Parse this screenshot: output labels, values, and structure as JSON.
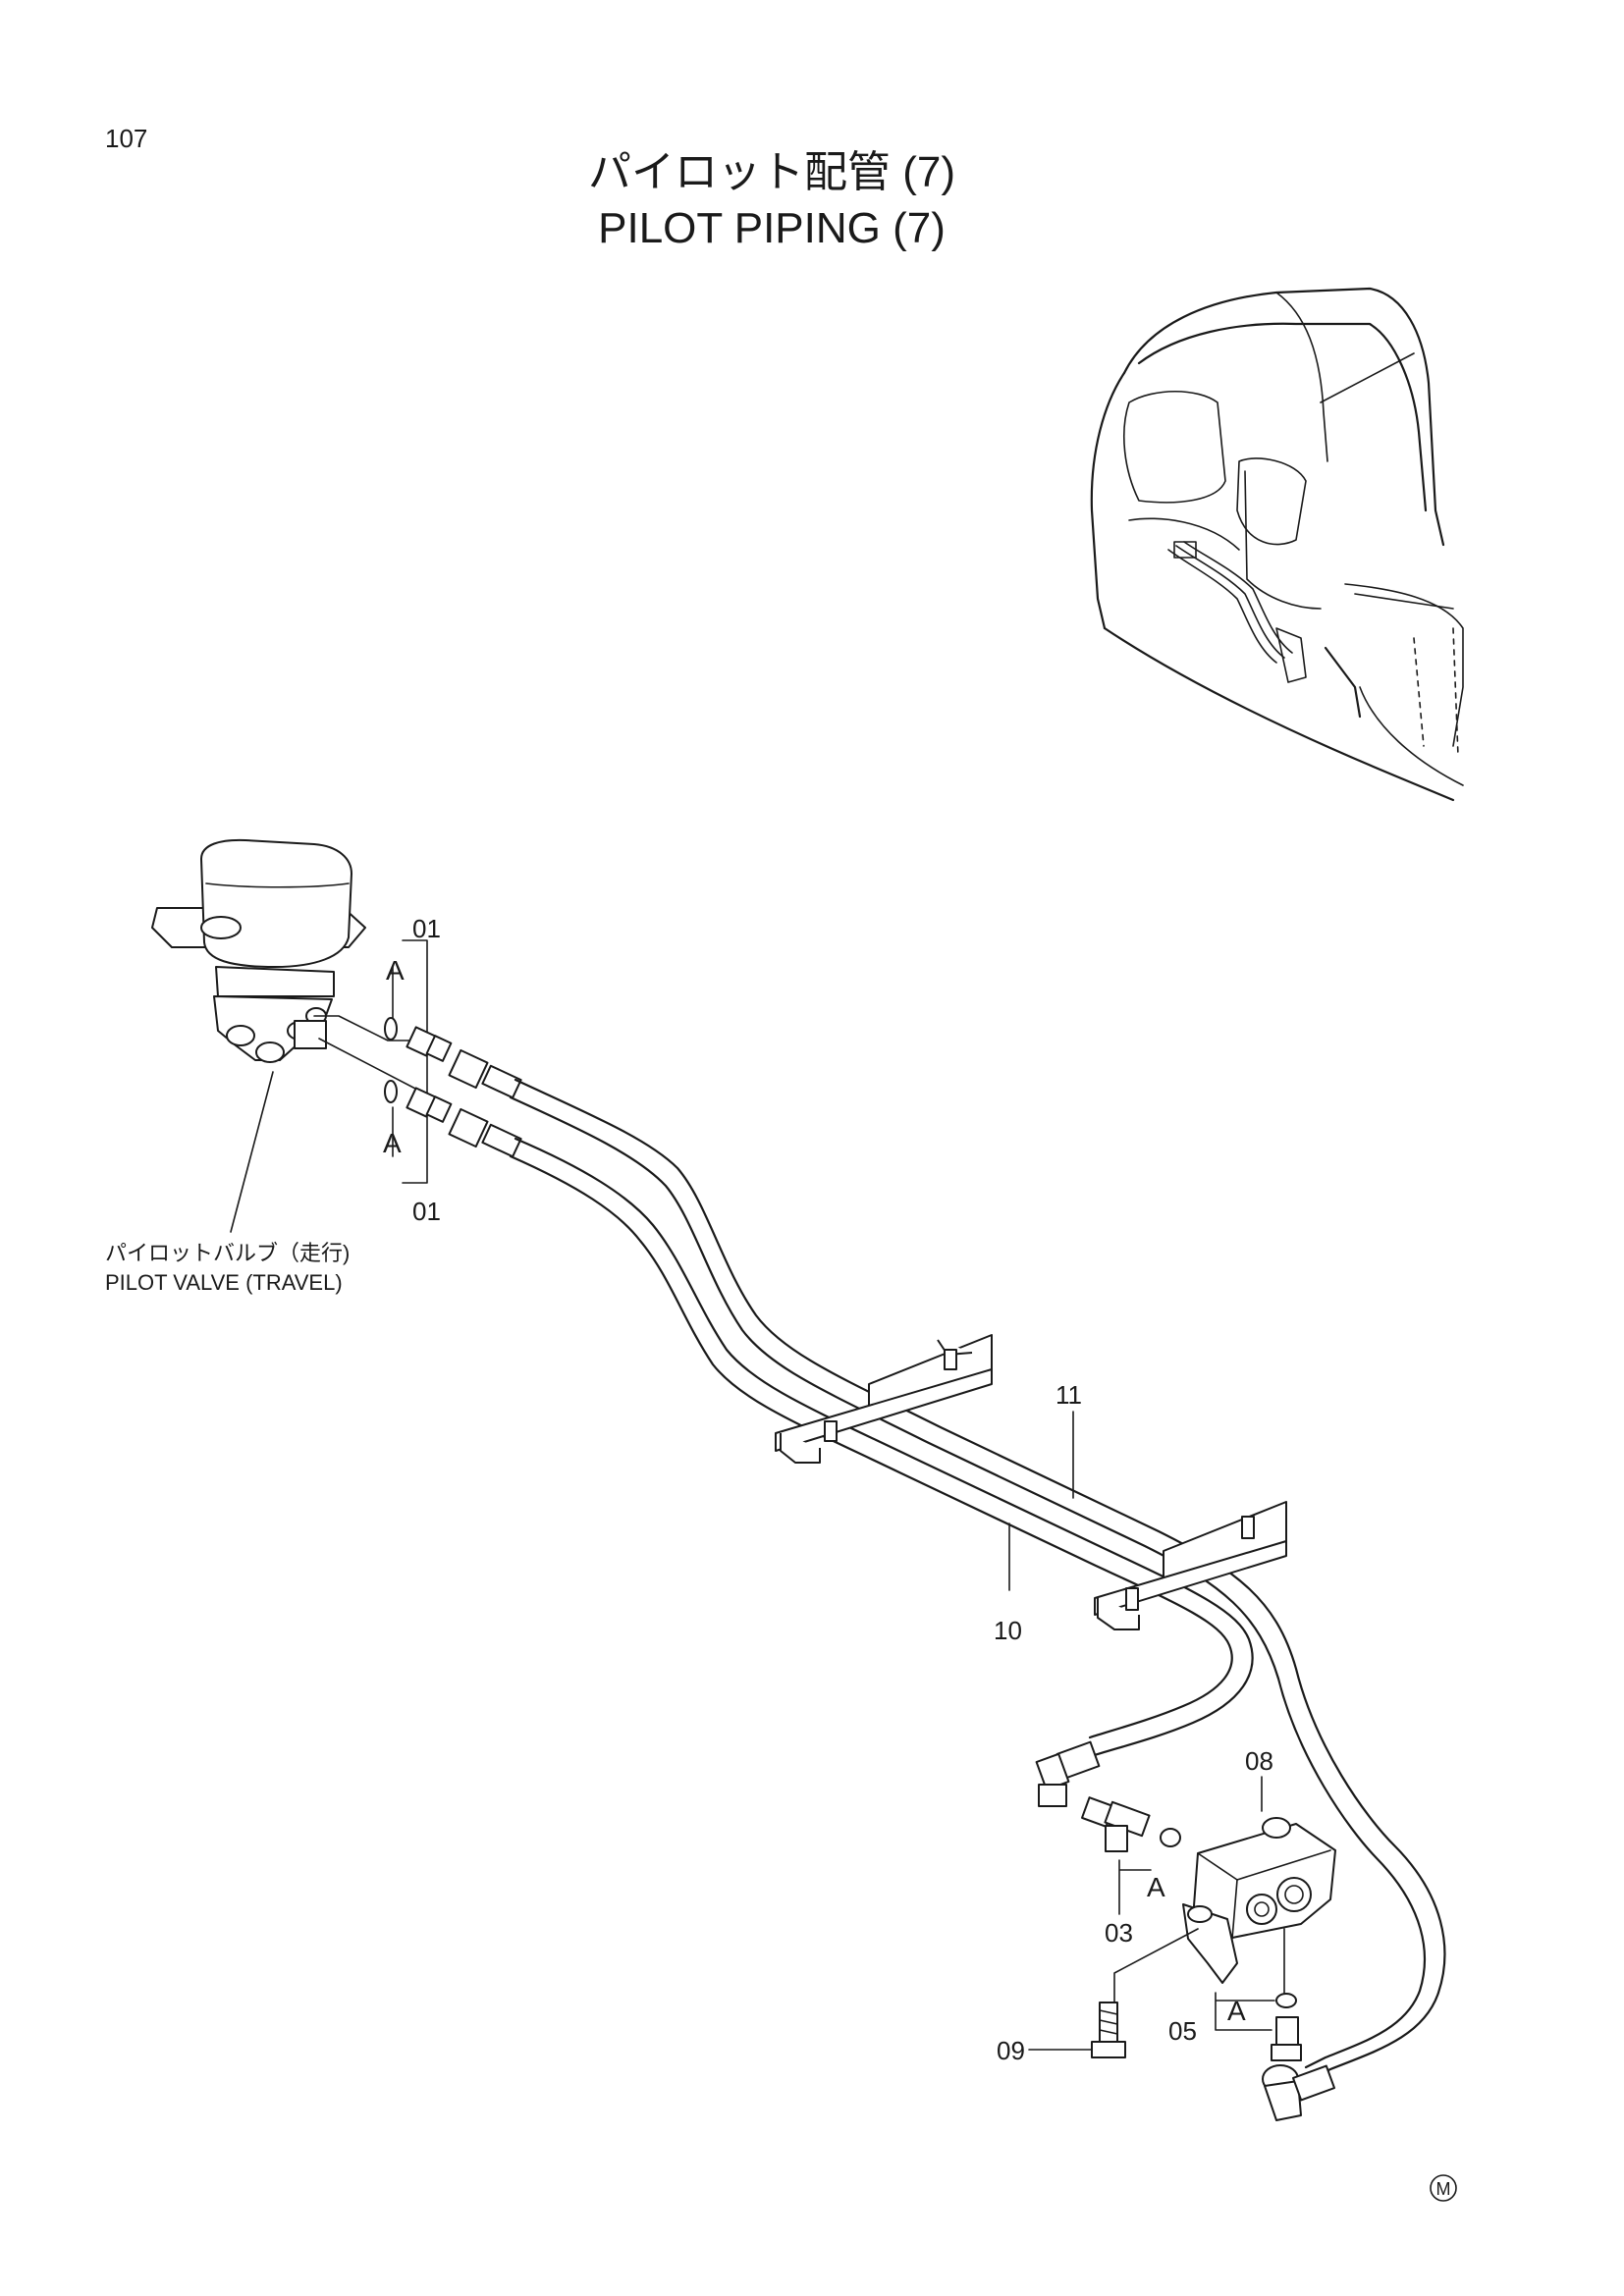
{
  "page_number": "107",
  "title_jp": "パイロット配管 (7)",
  "title_en": "PILOT PIPING (7)",
  "component": {
    "label_jp": "パイロットバルブ（走行)",
    "label_en": "PILOT VALVE (TRAVEL)"
  },
  "callouts": {
    "c01_top": "01",
    "c01_bottom": "01",
    "c03": "03",
    "c05": "05",
    "c08": "08",
    "c09": "09",
    "c10": "10",
    "c11": "11",
    "a_top": "A",
    "a_bottom": "A",
    "a_03": "A",
    "a_05": "A"
  },
  "mark": "M"
}
